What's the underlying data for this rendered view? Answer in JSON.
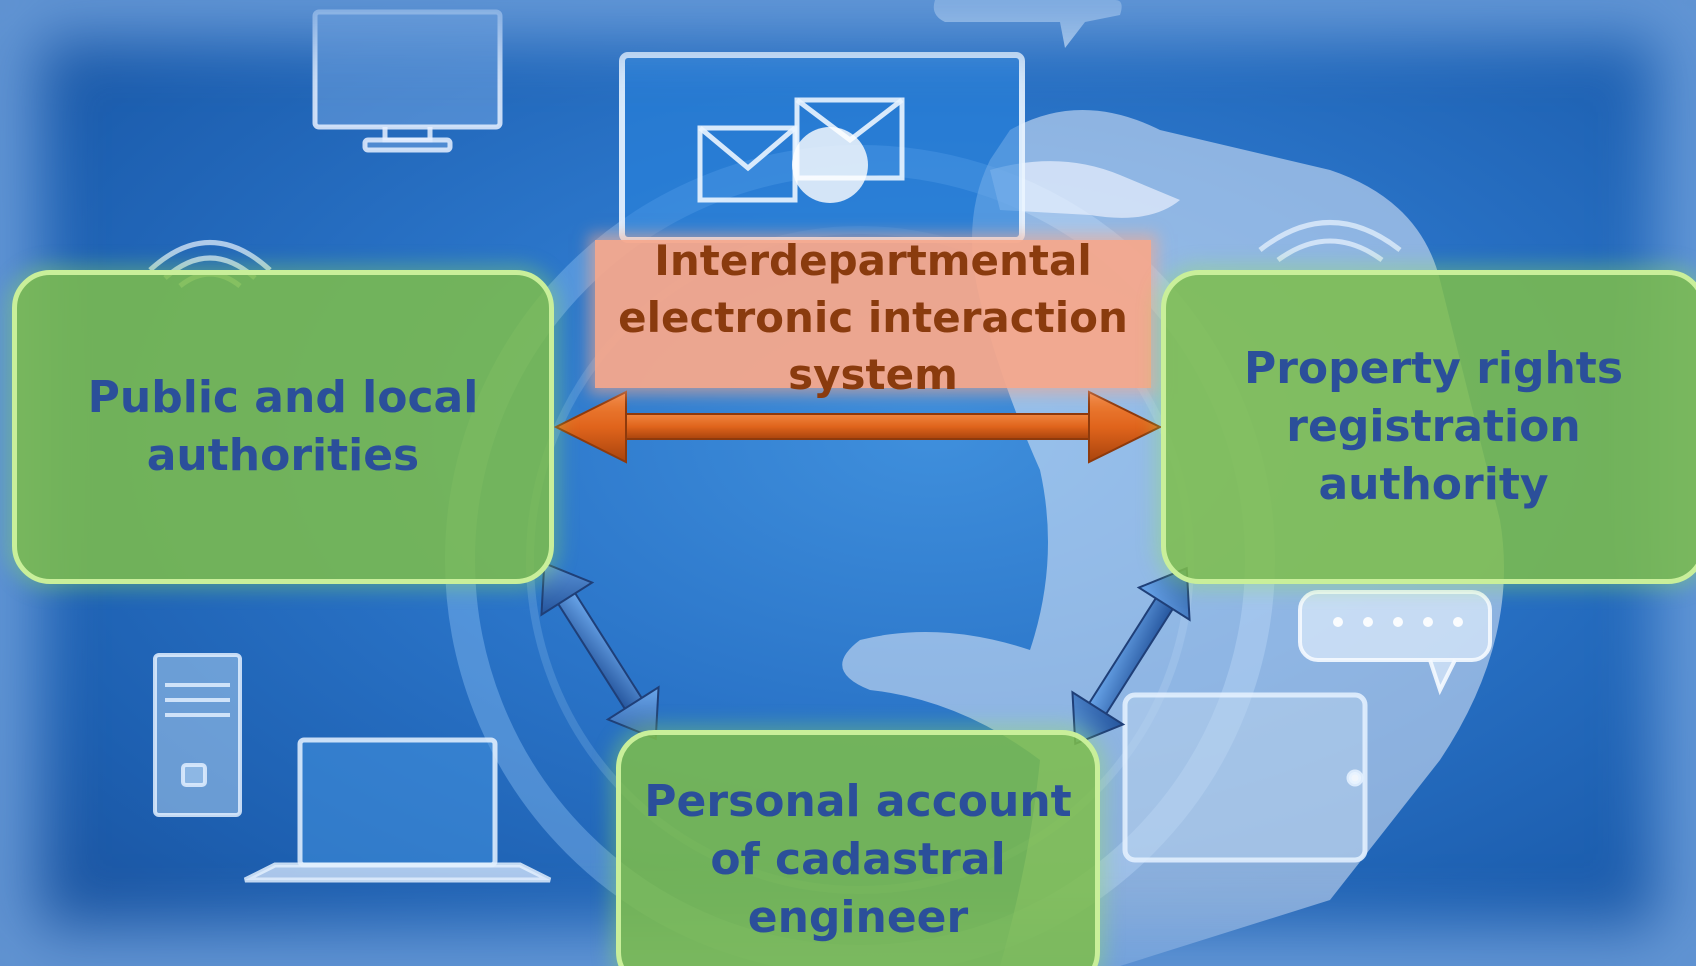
{
  "diagram": {
    "center_system": {
      "label": "Interdepartmental\nelectronic interaction\nsystem"
    },
    "nodes": {
      "public_authorities": "Public and local\nauthorities",
      "property_registration": "Property rights\nregistration\nauthority",
      "cadastral_account": "Personal account\nof cadastral\nengineer"
    },
    "links": [
      {
        "from": "public_authorities",
        "to": "property_registration",
        "style": "double-arrow",
        "color": "#e0641c"
      },
      {
        "from": "public_authorities",
        "to": "cadastral_account",
        "style": "double-arrow",
        "color": "#3a78c8"
      },
      {
        "from": "property_registration",
        "to": "cadastral_account",
        "style": "double-arrow",
        "color": "#3a78c8"
      }
    ],
    "background_icons": [
      "monitor-icon",
      "envelope-icon",
      "wifi-icon",
      "joystick-icon",
      "tablet-icon",
      "server-icon",
      "laptop-icon",
      "chat-bubble-icon",
      "hand-touch"
    ],
    "colors": {
      "node_fill": "#7ebe4a",
      "node_border": "#c9ef9a",
      "node_text": "#2b4f9a",
      "center_fill": "#f6a88c",
      "center_text": "#8a3b0e",
      "background": "#2a74c8"
    }
  }
}
